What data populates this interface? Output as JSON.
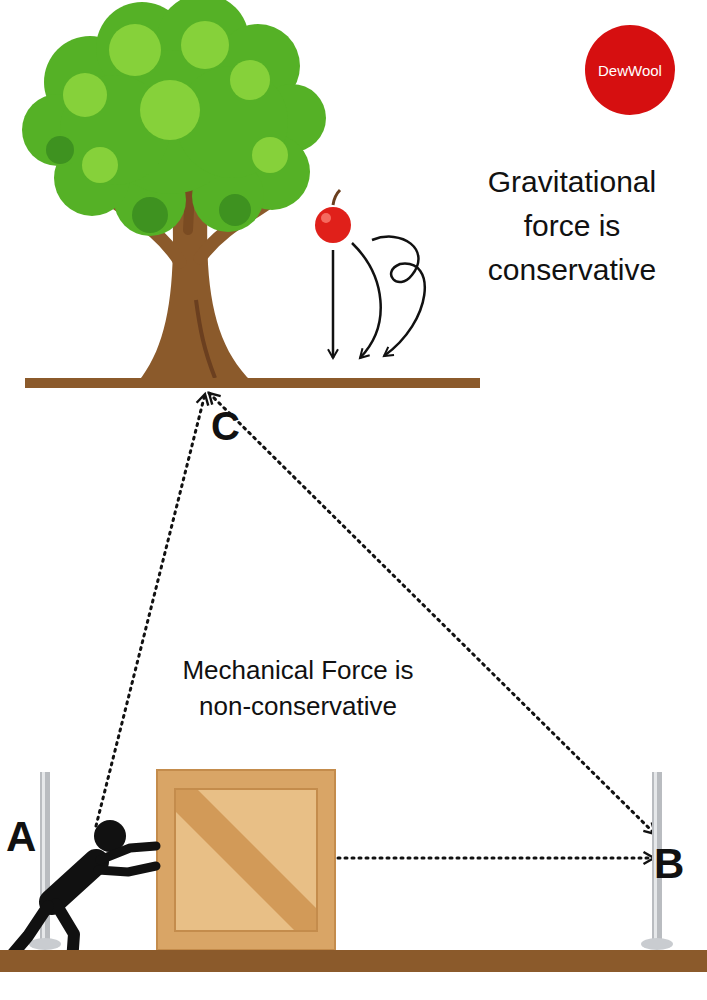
{
  "diagram": {
    "nodes": [
      {
        "text": [
          "DewWool"
        ]
      }
    ],
    "labels": [
      "Gravitational force is conservative",
      "C",
      "Mechanical Force is non-conservative",
      "A",
      "B"
    ]
  }
}
